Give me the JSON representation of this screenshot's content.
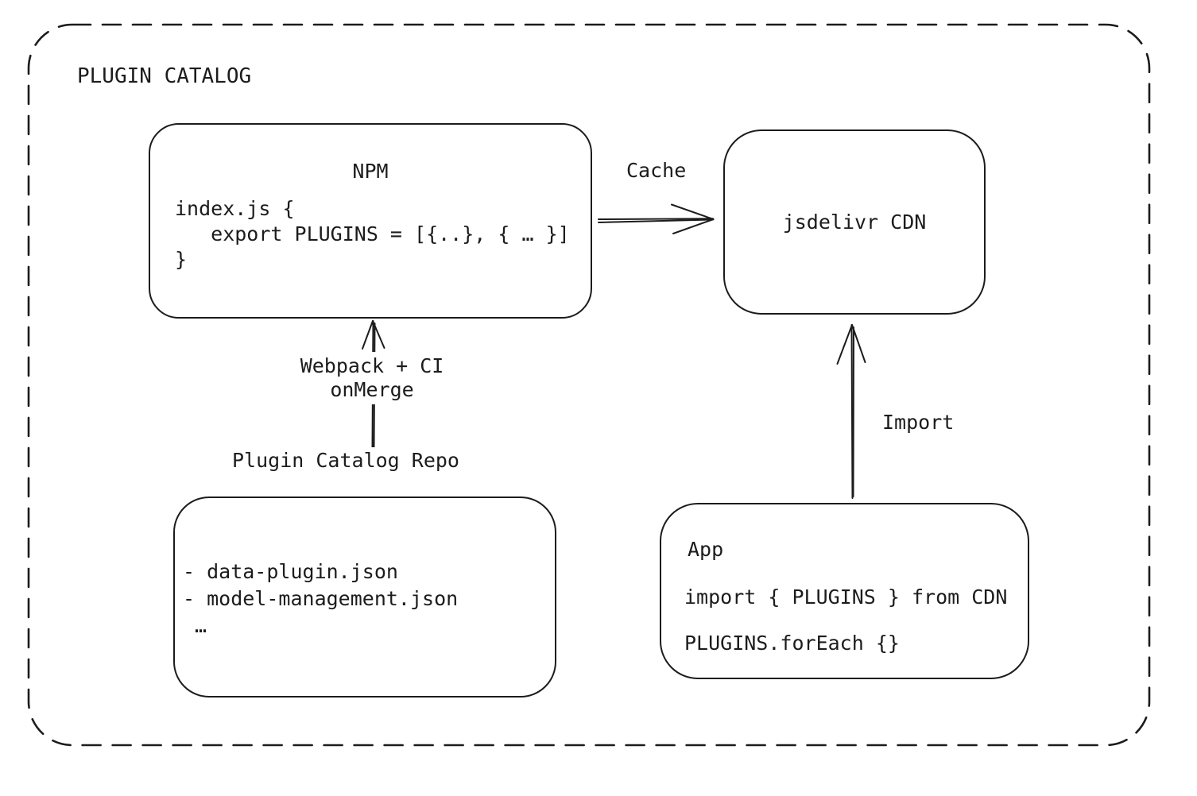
{
  "frame": {
    "title": "PLUGIN CATALOG"
  },
  "nodes": {
    "npm": {
      "title": "NPM",
      "code": "index.js {\n   export PLUGINS = [{..}, { … }]\n}"
    },
    "cdn": {
      "title": "jsdelivr CDN"
    },
    "repo": {
      "title": "Plugin Catalog Repo",
      "files": "- data-plugin.json\n- model-management.json\n …"
    },
    "app": {
      "title": "App",
      "code": "import { PLUGINS } from CDN\n\nPLUGINS.forEach {}"
    }
  },
  "edges": {
    "cache": {
      "label": "Cache",
      "from": "NPM",
      "to": "jsdelivr CDN"
    },
    "build": {
      "label": "Webpack + CI\nonMerge",
      "from": "Plugin Catalog Repo",
      "to": "NPM"
    },
    "import": {
      "label": "Import",
      "from": "App",
      "to": "jsdelivr CDN"
    }
  },
  "colors": {
    "stroke": "#1c1c1c",
    "background": "#ffffff"
  }
}
